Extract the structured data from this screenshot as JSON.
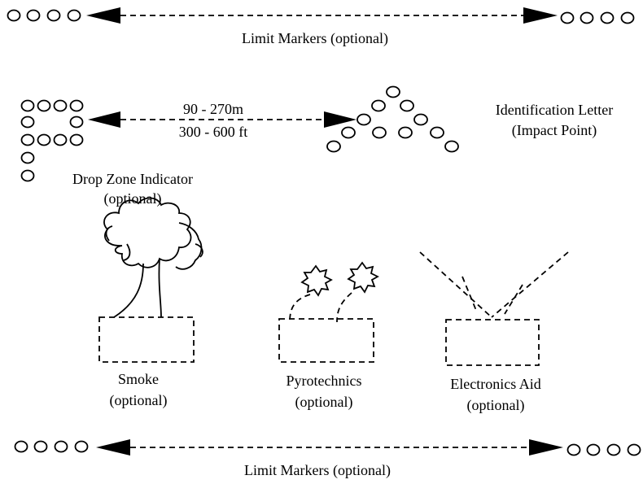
{
  "labels": {
    "limit_markers_top": "Limit Markers (optional)",
    "distance_m": "90 - 270m",
    "distance_ft": "300 - 600 ft",
    "identification_letter_line1": "Identification Letter",
    "identification_letter_line2": "(Impact Point)",
    "drop_zone_indicator_line1": "Drop Zone Indicator",
    "drop_zone_indicator_line2": "(optional)",
    "smoke_line1": "Smoke",
    "smoke_line2": "(optional)",
    "pyrotechnics_line1": "Pyrotechnics",
    "pyrotechnics_line2": "(optional)",
    "electronics_line1": "Electronics Aid",
    "electronics_line2": "(optional)",
    "limit_markers_bottom": "Limit Markers (optional)"
  }
}
